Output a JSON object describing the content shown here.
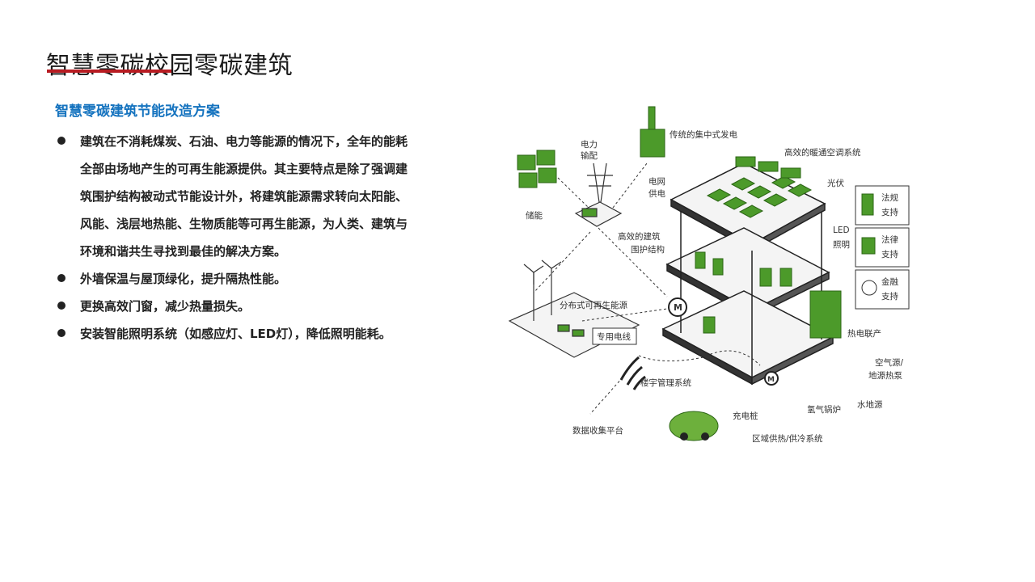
{
  "header": {
    "title": "智慧零碳校园零碳建筑",
    "accent_color": "#b81c22"
  },
  "section": {
    "subtitle": "智慧零碳建筑节能改造方案",
    "subtitle_color": "#1573bf",
    "bullets": [
      "建筑在不消耗煤炭、石油、电力等能源的情况下，全年的能耗全部由场地产生的可再生能源提供。其主要特点是除了强调建筑围护结构被动式节能设计外，将建筑能源需求转向太阳能、风能、浅层地热能、生物质能等可再生能源，为人类、建筑与环境和谐共生寻找到最佳的解决方案。",
      "外墙保温与屋顶绿化，提升隔热性能。",
      "更换高效门窗，减少热量损失。",
      "安装智能照明系统（如感应灯、LED灯），降低照明能耗。"
    ]
  },
  "diagram": {
    "green_color": "#4c9a2a",
    "labels": {
      "traditional_power": "传统的集中式发电",
      "power_dist_1": "电力",
      "power_dist_2": "输配",
      "grid_1": "电网",
      "grid_2": "供电",
      "storage": "储能",
      "hvac": "高效的暖通空调系统",
      "pv": "光伏",
      "envelope_1": "高效的建筑",
      "envelope_2": "围护结构",
      "led_1": "LED",
      "led_2": "照明",
      "reg_1": "法规",
      "reg_2": "支持",
      "law_1": "法律",
      "law_2": "支持",
      "fin_1": "金融",
      "fin_2": "支持",
      "distributed": "分布式可再生能源",
      "dedicated_line": "专用电线",
      "chp": "热电联产",
      "heatpump_1": "空气源/",
      "heatpump_2": "地源热泵",
      "water_source": "水地源",
      "bms": "楼宇管理系统",
      "charger": "充电桩",
      "h2_boiler": "氢气锅炉",
      "data_platform": "数据收集平台",
      "district": "区域供热/供冷系统",
      "motor": "M"
    }
  }
}
